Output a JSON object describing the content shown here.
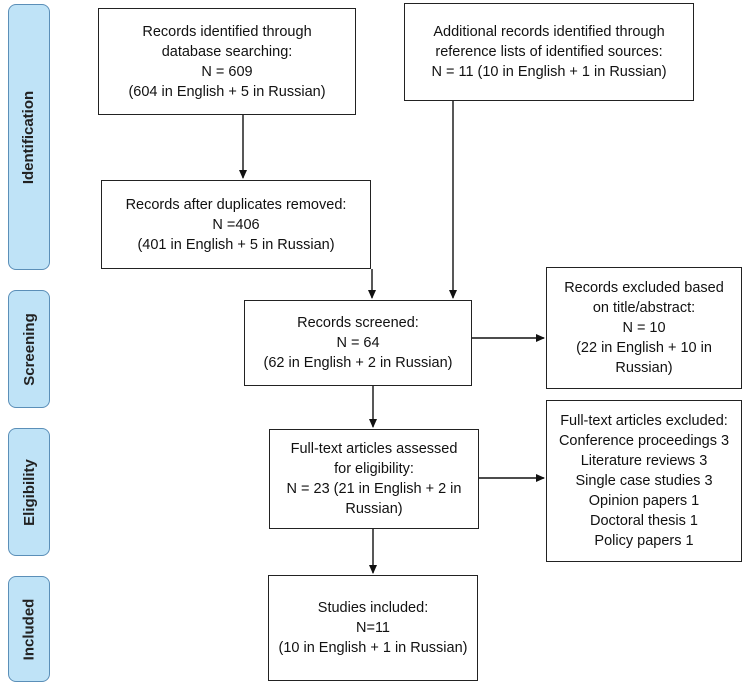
{
  "stages": {
    "identification": "Identification",
    "screening": "Screening",
    "eligibility": "Eligibility",
    "included": "Included"
  },
  "boxes": {
    "db_search": [
      "Records identified through",
      "database searching:",
      "N = 609",
      "(604 in English + 5 in Russian)"
    ],
    "additional": [
      "Additional records identified through",
      "reference lists of identified sources:",
      "N = 11 (10 in English + 1 in Russian)"
    ],
    "duplicates_removed": [
      "Records after duplicates removed:",
      "N =406",
      "(401 in English + 5 in Russian)"
    ],
    "screened": [
      "Records screened:",
      "N = 64",
      "(62 in English + 2 in Russian)"
    ],
    "excluded_title": [
      "Records excluded based",
      "on title/abstract:",
      "N = 10",
      "(22 in English + 10 in",
      "Russian)"
    ],
    "fulltext_assessed": [
      "Full-text articles assessed",
      "for eligibility:",
      "N = 23 (21 in English + 2 in",
      "Russian)"
    ],
    "fulltext_excluded": [
      "Full-text articles excluded:",
      "Conference proceedings 3",
      "Literature reviews 3",
      "Single case studies 3",
      "Opinion papers 1",
      "Doctoral thesis 1",
      "Policy papers 1"
    ],
    "included": [
      "Studies included:",
      "N=11",
      "(10 in English + 1 in Russian)"
    ]
  }
}
